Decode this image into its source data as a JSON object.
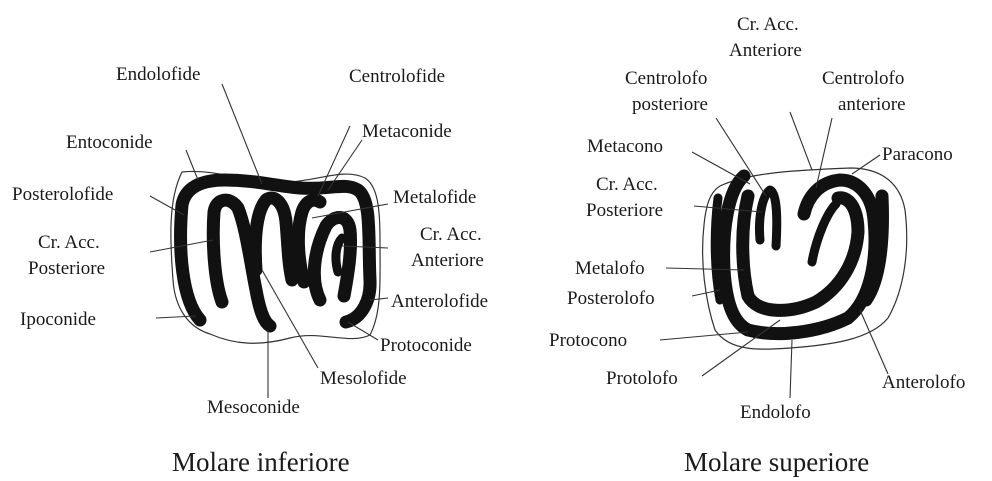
{
  "inferior": {
    "caption": "Molare inferiore",
    "labels": {
      "endolofide": "Endolofide",
      "centrolofide": "Centrolofide",
      "metaconide": "Metaconide",
      "entoconide": "Entoconide",
      "posterolofide": "Posterolofide",
      "metalofide": "Metalofide",
      "cr_acc_posteriore_1": "Cr. Acc.",
      "cr_acc_posteriore_2": "Posteriore",
      "cr_acc_anteriore_1": "Cr. Acc.",
      "cr_acc_anteriore_2": "Anteriore",
      "anterolofide": "Anterolofide",
      "ipoconide": "Ipoconide",
      "protoconide": "Protoconide",
      "mesolofide": "Mesolofide",
      "mesoconide": "Mesoconide"
    }
  },
  "superior": {
    "caption": "Molare superiore",
    "labels": {
      "cr_acc_anteriore_1": "Cr. Acc.",
      "cr_acc_anteriore_2": "Anteriore",
      "centrolofo_posteriore_1": "Centrolofo",
      "centrolofo_posteriore_2": "posteriore",
      "centrolofo_anteriore_1": "Centrolofo",
      "centrolofo_anteriore_2": "anteriore",
      "metacono": "Metacono",
      "paracono": "Paracono",
      "cr_acc_posteriore_1": "Cr. Acc.",
      "cr_acc_posteriore_2": "Posteriore",
      "metalofo": "Metalofo",
      "posterolofo": "Posterolofo",
      "protocono": "Protocono",
      "protolofo": "Protolofo",
      "endolofo": "Endolofo",
      "anterolofo": "Anterolofo"
    }
  }
}
